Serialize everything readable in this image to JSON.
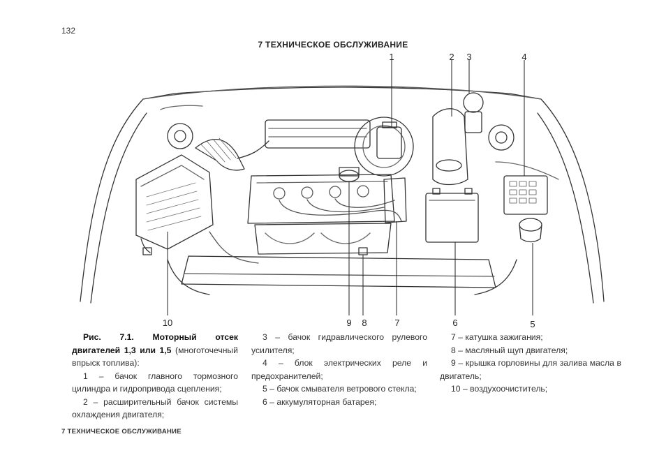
{
  "page": {
    "number": "132",
    "header": "7 ТЕХНИЧЕСКОЕ ОБСЛУЖИВАНИЕ",
    "footer": "7 ТЕХНИЧЕСКОЕ ОБСЛУЖИВАНИЕ"
  },
  "figure": {
    "callouts_top": [
      "1",
      "2",
      "3",
      "4"
    ],
    "callouts_bottom": [
      "10",
      "9",
      "8",
      "7",
      "6",
      "5"
    ]
  },
  "caption": {
    "title": "Рис. 7.1. Моторный отсек двигателей 1,3 или 1,5",
    "subtitle": "(многоточечный впрыск топлива):",
    "items": [
      "1 – бачок главного тормозного цилиндра и гидропривода сцепления;",
      "2 – расширительный бачок системы охлаждения двигателя;",
      "3 – бачок гидравлического рулевого усилителя;",
      "4 – блок электрических реле и предохранителей;",
      "5 – бачок смывателя ветрового стекла;",
      "6 – аккумуляторная батарея;",
      "7 – катушка зажигания;",
      "8 – масляный щуп двигателя;",
      "9 – крышка горловины для залива масла в двигатель;",
      "10 – воздухоочиститель;"
    ]
  }
}
